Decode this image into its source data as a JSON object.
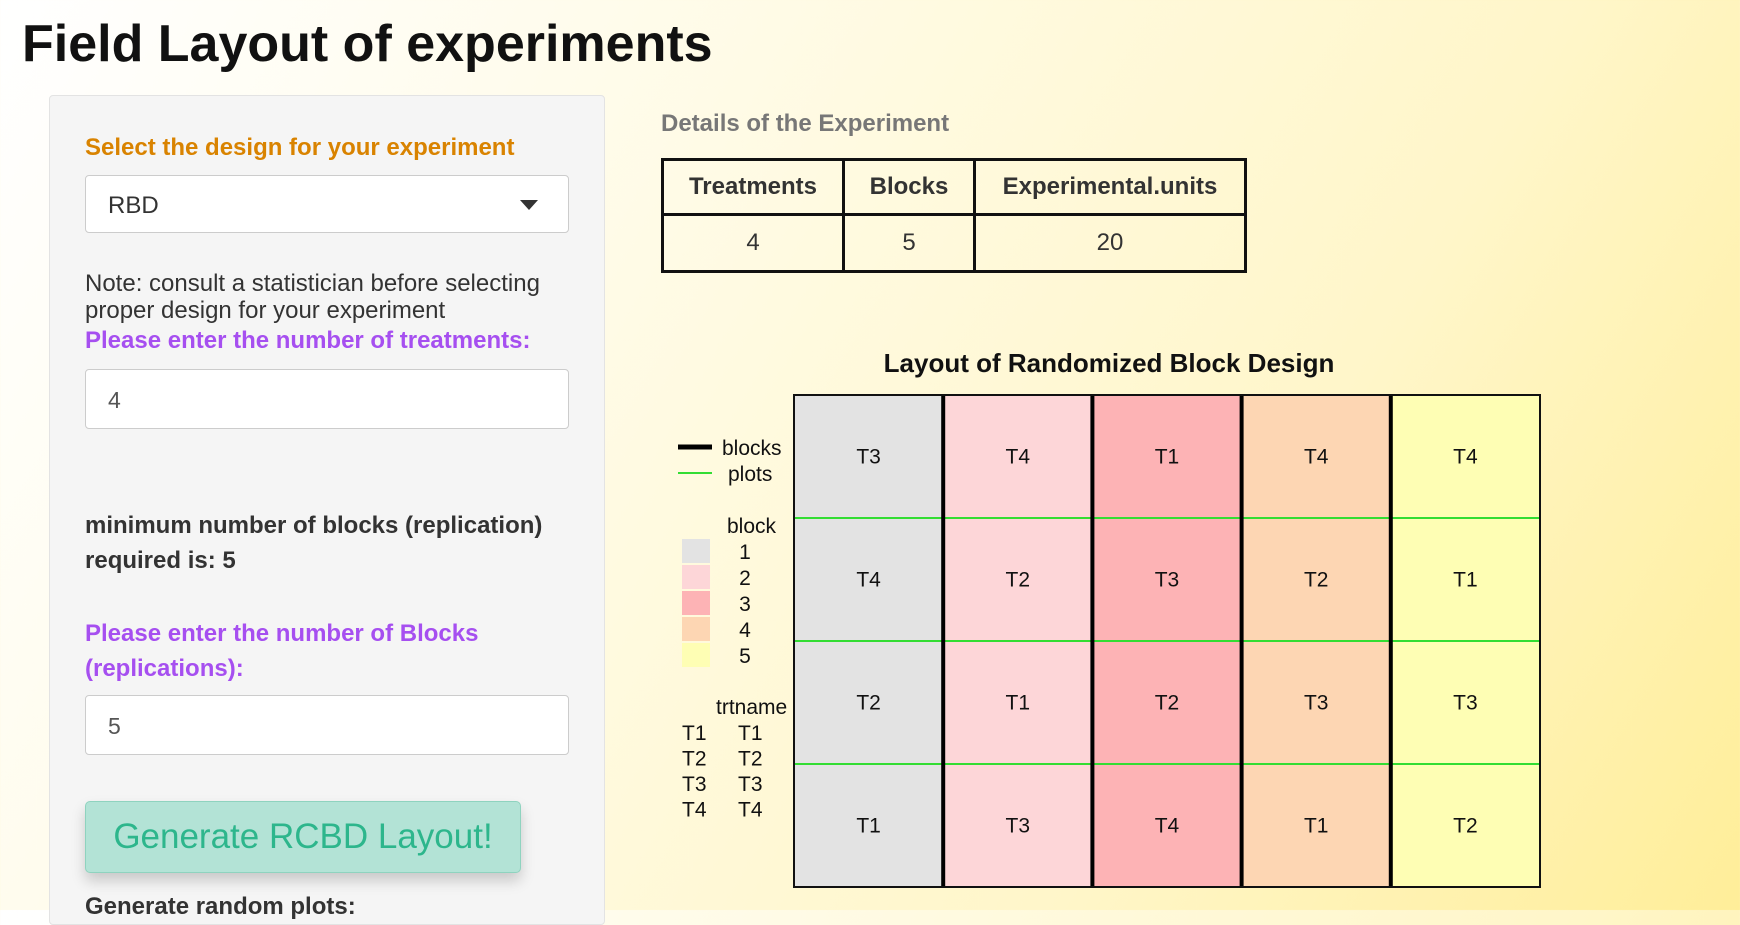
{
  "page": {
    "title": "Field Layout of experiments"
  },
  "sidebar": {
    "design_label": "Select the design for your experiment",
    "design_value": "RBD",
    "note": "Note: consult a statistician before selecting proper design for your experiment",
    "treatments_label": "Please enter the number of treatments:",
    "treatments_value": "4",
    "min_blocks_line1": "minimum number of blocks (replication)",
    "min_blocks_line2": "required is: 5",
    "blocks_label_line1": "Please enter the number of Blocks",
    "blocks_label_line2": "(replications):",
    "blocks_value": "5",
    "generate_button": "Generate RCBD Layout!",
    "random_plots_label": "Generate random plots:"
  },
  "details": {
    "title": "Details of the Experiment",
    "headers": [
      "Treatments",
      "Blocks",
      "Experimental.units"
    ],
    "row": [
      "4",
      "5",
      "20"
    ]
  },
  "chart_data": {
    "type": "table",
    "title": "Layout of Randomized Block Design",
    "blocks": [
      1,
      2,
      3,
      4,
      5
    ],
    "block_colors": [
      "#e3e3e3",
      "#fdd6d8",
      "#fdb3b5",
      "#fdd6b3",
      "#fefeb4"
    ],
    "cells": [
      [
        "T3",
        "T4",
        "T1",
        "T4",
        "T4"
      ],
      [
        "T4",
        "T2",
        "T3",
        "T2",
        "T1"
      ],
      [
        "T2",
        "T1",
        "T2",
        "T3",
        "T3"
      ],
      [
        "T1",
        "T3",
        "T4",
        "T1",
        "T2"
      ]
    ],
    "block_line_color": "#000000",
    "plot_line_color": "#33dd33",
    "legend": {
      "lines": [
        "blocks",
        "plots"
      ],
      "block_title": "block",
      "block_labels": [
        "1",
        "2",
        "3",
        "4",
        "5"
      ],
      "trt_title": "trtname",
      "trt_codes": [
        "T1",
        "T2",
        "T3",
        "T4"
      ],
      "trt_names": [
        "T1",
        "T2",
        "T3",
        "T4"
      ]
    }
  }
}
